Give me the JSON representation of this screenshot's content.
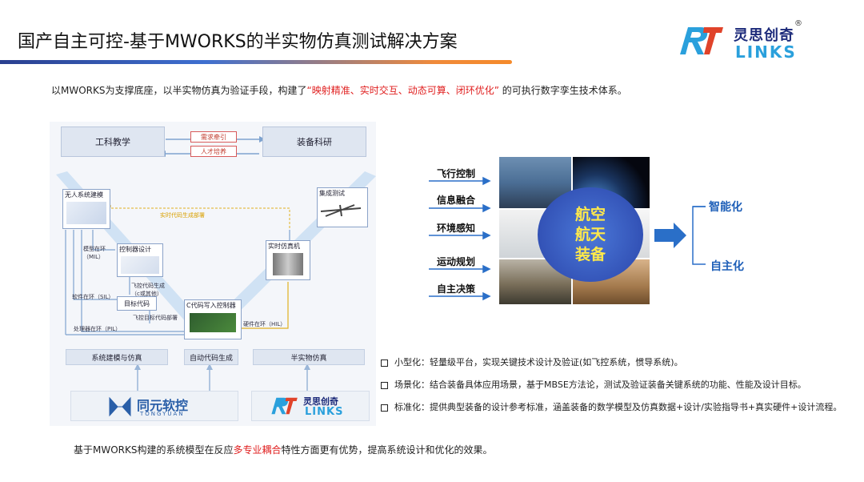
{
  "header": {
    "title": "国产自主可控-基于MWORKS的半实物仿真测试解决方案",
    "logo_cn": "灵思创奇",
    "logo_reg": "®",
    "logo_en": "LINKS"
  },
  "intro": {
    "before": "以MWORKS为支撑底座，以半实物仿真为验证手段，构建了",
    "highlight": "“映射精准、实时交互、动态可算、闭环优化”",
    "after": " 的可执行数字孪生技术体系。"
  },
  "vdiagram": {
    "top_left": "工科教学",
    "top_right": "装备科研",
    "tag1": "需求牵引",
    "tag2": "人才培养",
    "n1": "无人系统建模",
    "n2": "控制器设计",
    "n3": "目标代码",
    "n4": "C代码写入控制器",
    "n5": "实时仿真机",
    "n6": "集成测试",
    "realtime_deploy": "实时代码生成部署",
    "mil": "模型在环\n（MIL）",
    "codegen": "飞控代码生成\n（c或其他）",
    "sil": "软件在环（SIL）",
    "deploy": "飞控目标代码部署",
    "pil": "处理器在环（PIL）",
    "hil": "硬件在环（HIL）",
    "b1": "系统建模与仿真",
    "b2": "自动代码生成",
    "b3": "半实物仿真",
    "tongyuan_cn": "同元软控",
    "tongyuan_en": "TONGYUAN",
    "links_cn": "灵思创奇",
    "links_en": "LINKS"
  },
  "capabilities": {
    "inputs": [
      "飞行控制",
      "信息融合",
      "环境感知",
      "运动规划",
      "自主决策"
    ],
    "center": [
      "航空",
      "航天",
      "装备"
    ],
    "outputs": [
      "智能化",
      "自主化"
    ]
  },
  "bullets": [
    "小型化：轻量级平台，实现关键技术设计及验证(如飞控系统，惯导系统)。",
    "场景化：结合装备具体应用场景，基于MBSE方法论，测试及验证装备关键系统的功能、性能及设计目标。",
    "标准化：提供典型装备的设计参考标准，涵盖装备的数学模型及仿真数据+设计/实验指导书+真实硬件+设计流程。"
  ],
  "footer": {
    "before": "基于MWORKS构建的系统模型在反应",
    "highlight": "多专业耦合",
    "after": "特性方面更有优势，提高系统设计和优化的效果。"
  },
  "colors": {
    "accent_blue": "#1e5fb8",
    "highlight_red": "#e02020",
    "center_text": "#ffe94a"
  }
}
